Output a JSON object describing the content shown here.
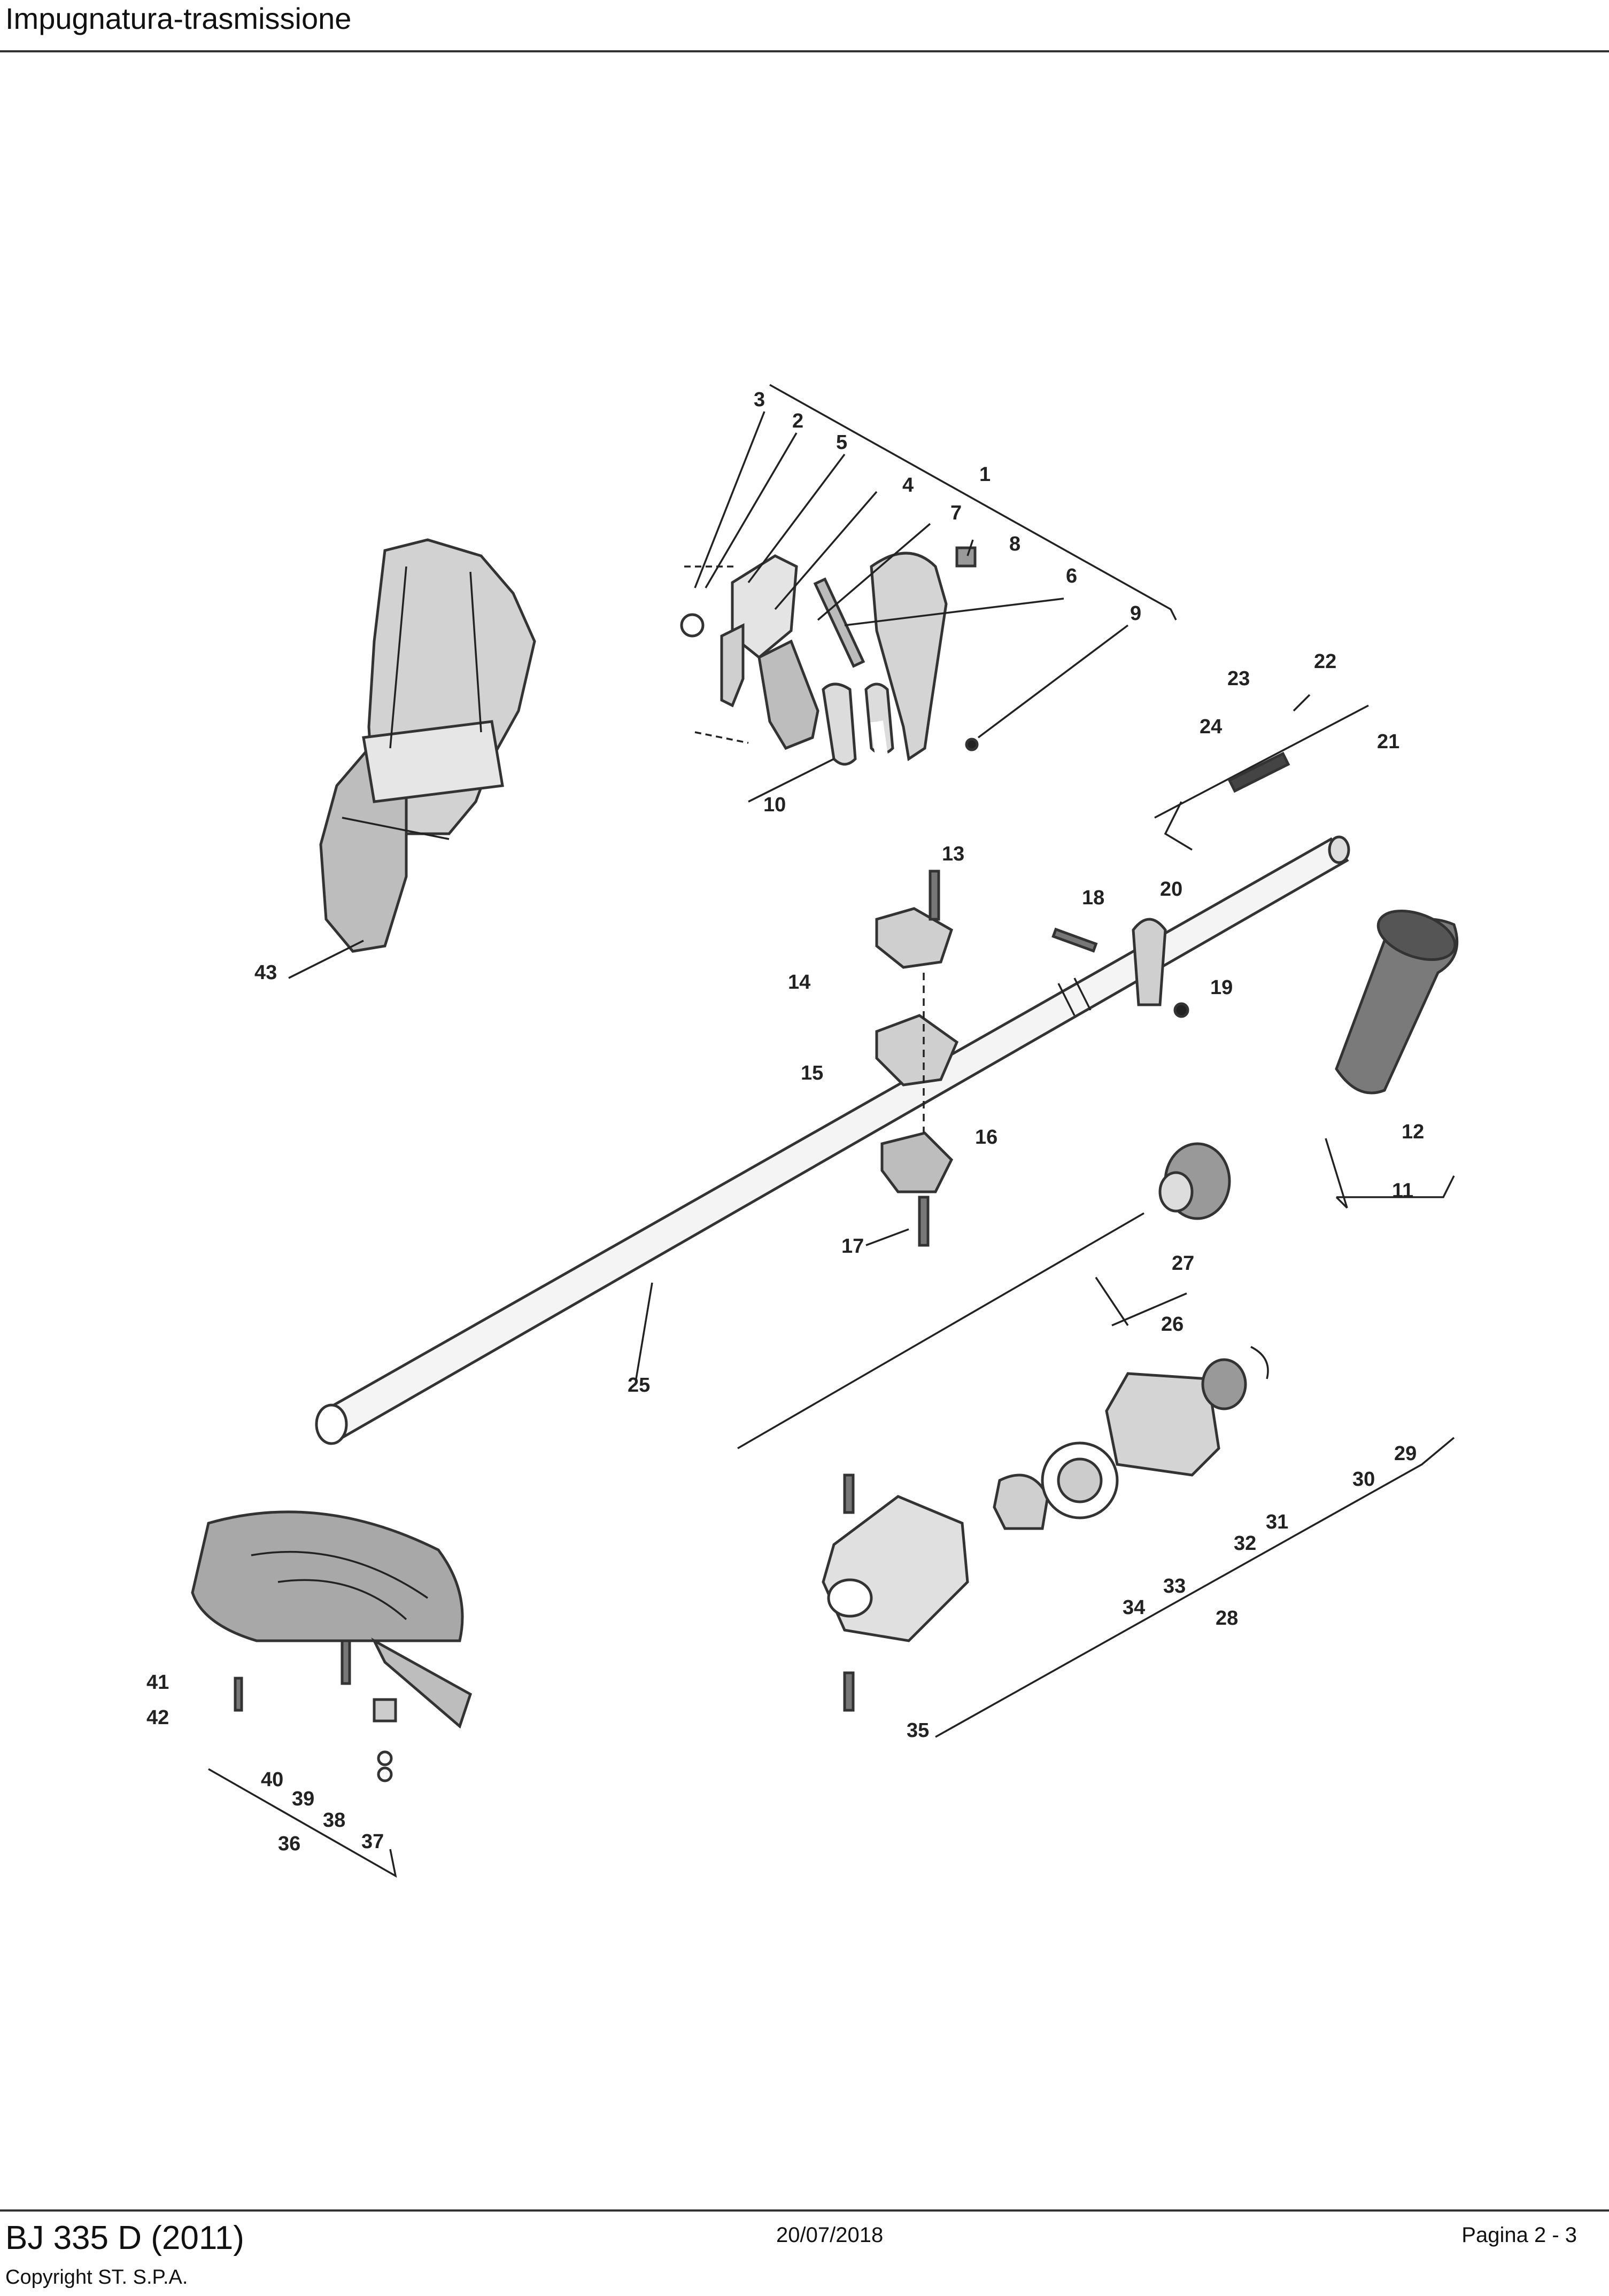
{
  "header": {
    "title": "Impugnatura-trasmissione"
  },
  "footer": {
    "model": "BJ 335 D (2011)",
    "copyright": "Copyright ST. S.P.A.",
    "date": "20/07/2018",
    "page": "Pagina 2 - 3"
  },
  "diagram": {
    "callouts": [
      "1",
      "2",
      "3",
      "4",
      "5",
      "6",
      "7",
      "8",
      "9",
      "10",
      "11",
      "12",
      "13",
      "14",
      "15",
      "16",
      "17",
      "18",
      "19",
      "20",
      "21",
      "22",
      "23",
      "24",
      "25",
      "26",
      "27",
      "28",
      "29",
      "30",
      "31",
      "32",
      "33",
      "34",
      "35",
      "36",
      "37",
      "38",
      "39",
      "40",
      "41",
      "42",
      "43"
    ]
  }
}
